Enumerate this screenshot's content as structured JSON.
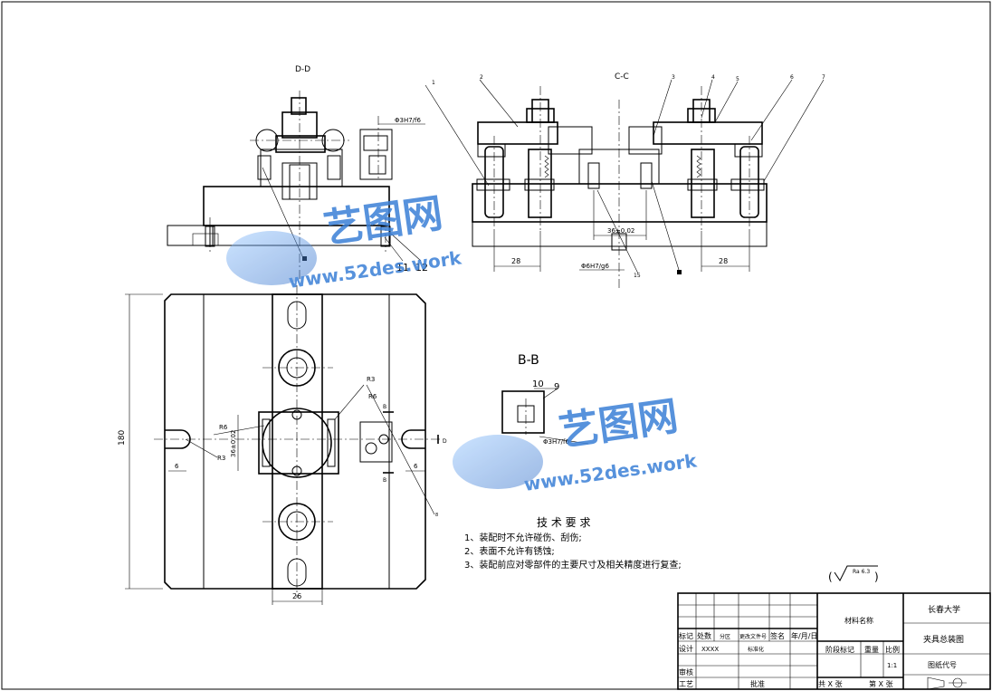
{
  "views": {
    "dd": "D-D",
    "cc": "C-C",
    "bb": "B-B"
  },
  "dims": {
    "dd_fit": "Φ3H7/f6",
    "cc_dim_left": "28",
    "cc_dim_mid": "36±0.02",
    "cc_dim_right": "28",
    "cc_fit": "Φ6H7/g6",
    "plan_height": "180",
    "plan_width": "26",
    "plan_r6a": "R6",
    "plan_r3a": "R3",
    "plan_r3b": "R3",
    "plan_r6b": "R6",
    "plan_v": "36±0.02",
    "plan_left6": "6",
    "plan_right6": "6",
    "bb_fit": "Φ3H7/f6"
  },
  "cut_marks": {
    "b1": "B",
    "b2": "B",
    "d": "D"
  },
  "balloons": {
    "n1": "1",
    "n2": "2",
    "n3": "3",
    "n4": "4",
    "n5": "5",
    "n6": "6",
    "n7": "7",
    "n8": "8",
    "n9": "9",
    "n10": "10",
    "n11": "11",
    "n12": "12",
    "n15": "15"
  },
  "tech": {
    "title": "技 术 要 求",
    "items": [
      "1、装配时不允许碰伤、刮伤;",
      "2、表面不允许有锈蚀;",
      "3、装配前应对零部件的主要尺寸及相关精度进行复查;"
    ]
  },
  "roughness": "Ra 6.3",
  "title_block": {
    "university": "长春大学",
    "drawing_name": "夹具总装图",
    "material": "材料名称",
    "drawing_code": "图纸代号",
    "headers": [
      "标记",
      "处数",
      "分区",
      "更改文件号",
      "签名",
      "年/月/日"
    ],
    "design": "设计",
    "designer": "XXXX",
    "standardize": "标准化",
    "stage_mark": "阶段标记",
    "weight": "重量",
    "scale": "比例",
    "scale_value": "1:1",
    "review": "审核",
    "process": "工艺",
    "approve": "批准",
    "sheets_total": "共  X  张",
    "sheet_no": "第  X  张"
  },
  "watermark": {
    "brand": "艺图网",
    "url": "www.52des.work"
  }
}
